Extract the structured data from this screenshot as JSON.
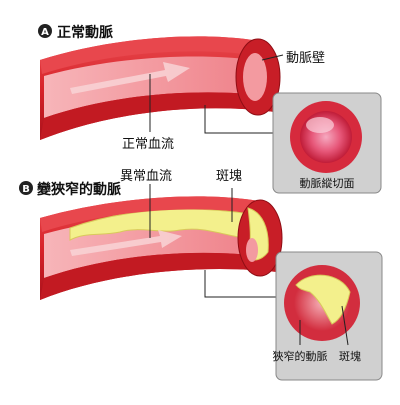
{
  "panel_a": {
    "marker": "A",
    "title": "正常動脈",
    "label_wall": "動脈壁",
    "label_flow": "正常血流",
    "inset_caption": "動脈縱切面"
  },
  "panel_b": {
    "marker": "B",
    "title": "變狹窄的動脈",
    "label_abnormal_flow": "異常血流",
    "label_plaque_top": "斑塊",
    "inset_label_narrowed": "狹窄的動脈",
    "inset_label_plaque": "斑塊"
  },
  "colors": {
    "artery_red": "#d8232a",
    "artery_dark": "#b3141c",
    "lumen_pink": "#f39aa0",
    "plaque_yellow": "#f3f08c",
    "inset_gray": "#c9c9c9"
  }
}
